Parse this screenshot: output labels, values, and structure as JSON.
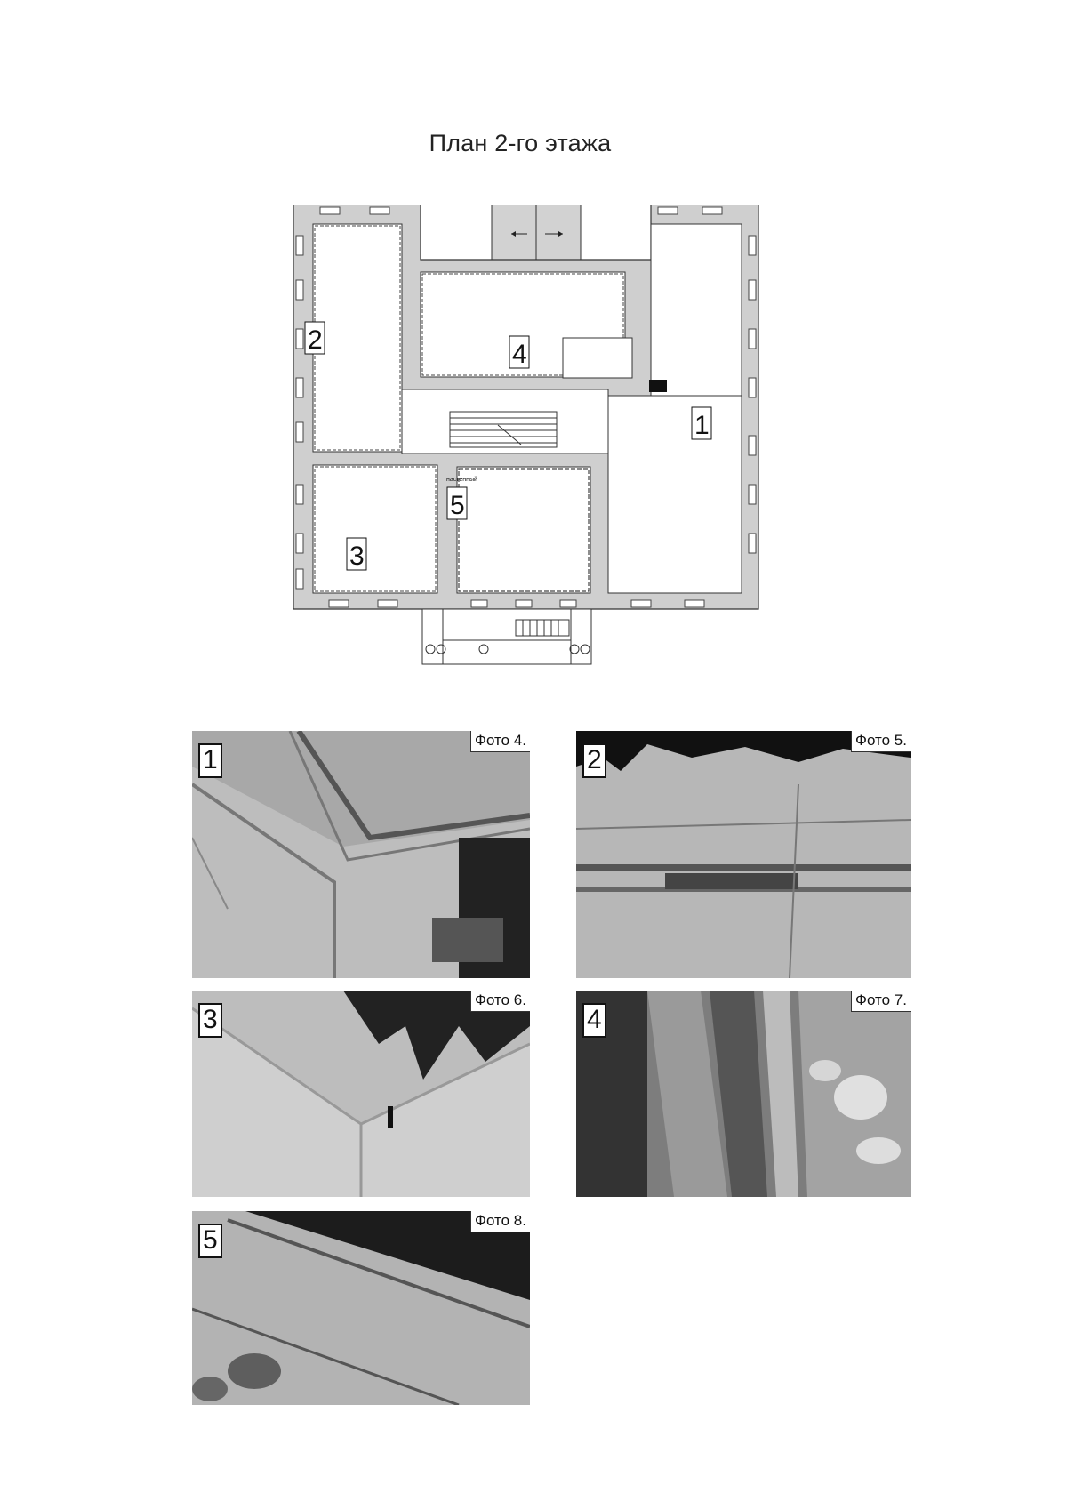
{
  "page": {
    "title": "План 2-го этажа"
  },
  "plan": {
    "room_labels": [
      "1",
      "2",
      "3",
      "4",
      "5"
    ],
    "small_note": "настенный"
  },
  "photos": [
    {
      "number": "1",
      "caption": "Фото 4."
    },
    {
      "number": "2",
      "caption": "Фото 5."
    },
    {
      "number": "3",
      "caption": "Фото 6."
    },
    {
      "number": "4",
      "caption": "Фото 7."
    },
    {
      "number": "5",
      "caption": "Фото 8."
    }
  ]
}
